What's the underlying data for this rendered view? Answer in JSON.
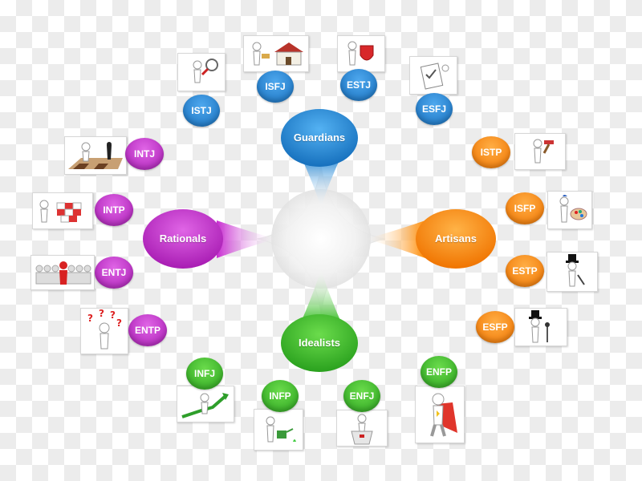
{
  "hubs": {
    "guardians": "Guardians",
    "artisans": "Artisans",
    "idealists": "Idealists",
    "rationals": "Rationals"
  },
  "types": {
    "istj": "ISTJ",
    "isfj": "ISFJ",
    "estj": "ESTJ",
    "esfj": "ESFJ",
    "istp": "ISTP",
    "isfp": "ISFP",
    "estp": "ESTP",
    "esfp": "ESFP",
    "infj": "INFJ",
    "infp": "INFP",
    "enfj": "ENFJ",
    "enfp": "ENFP",
    "intj": "INTJ",
    "intp": "INTP",
    "entj": "ENTJ",
    "entp": "ENTP"
  },
  "colors": {
    "guardians": "#1f86d6",
    "artisans": "#ff8a00",
    "idealists": "#3cbf2a",
    "rationals": "#c72ad0"
  },
  "icons": {
    "istj": "magnifier-figure-icon",
    "isfj": "house-figure-icon",
    "estj": "shield-figure-icon",
    "esfj": "checklist-figure-icon",
    "istp": "hammer-figure-icon",
    "isfp": "paint-palette-figure-icon",
    "estp": "top-hat-figure-icon",
    "esfp": "microphone-figure-icon",
    "infj": "rising-arrow-figure-icon",
    "infp": "watering-can-figure-icon",
    "enfj": "podium-figure-icon",
    "enfp": "superhero-cape-figure-icon",
    "intj": "chessboard-figure-icon",
    "intp": "puzzle-blocks-figure-icon",
    "entj": "leader-figure-icon",
    "entp": "question-marks-figure-icon"
  }
}
